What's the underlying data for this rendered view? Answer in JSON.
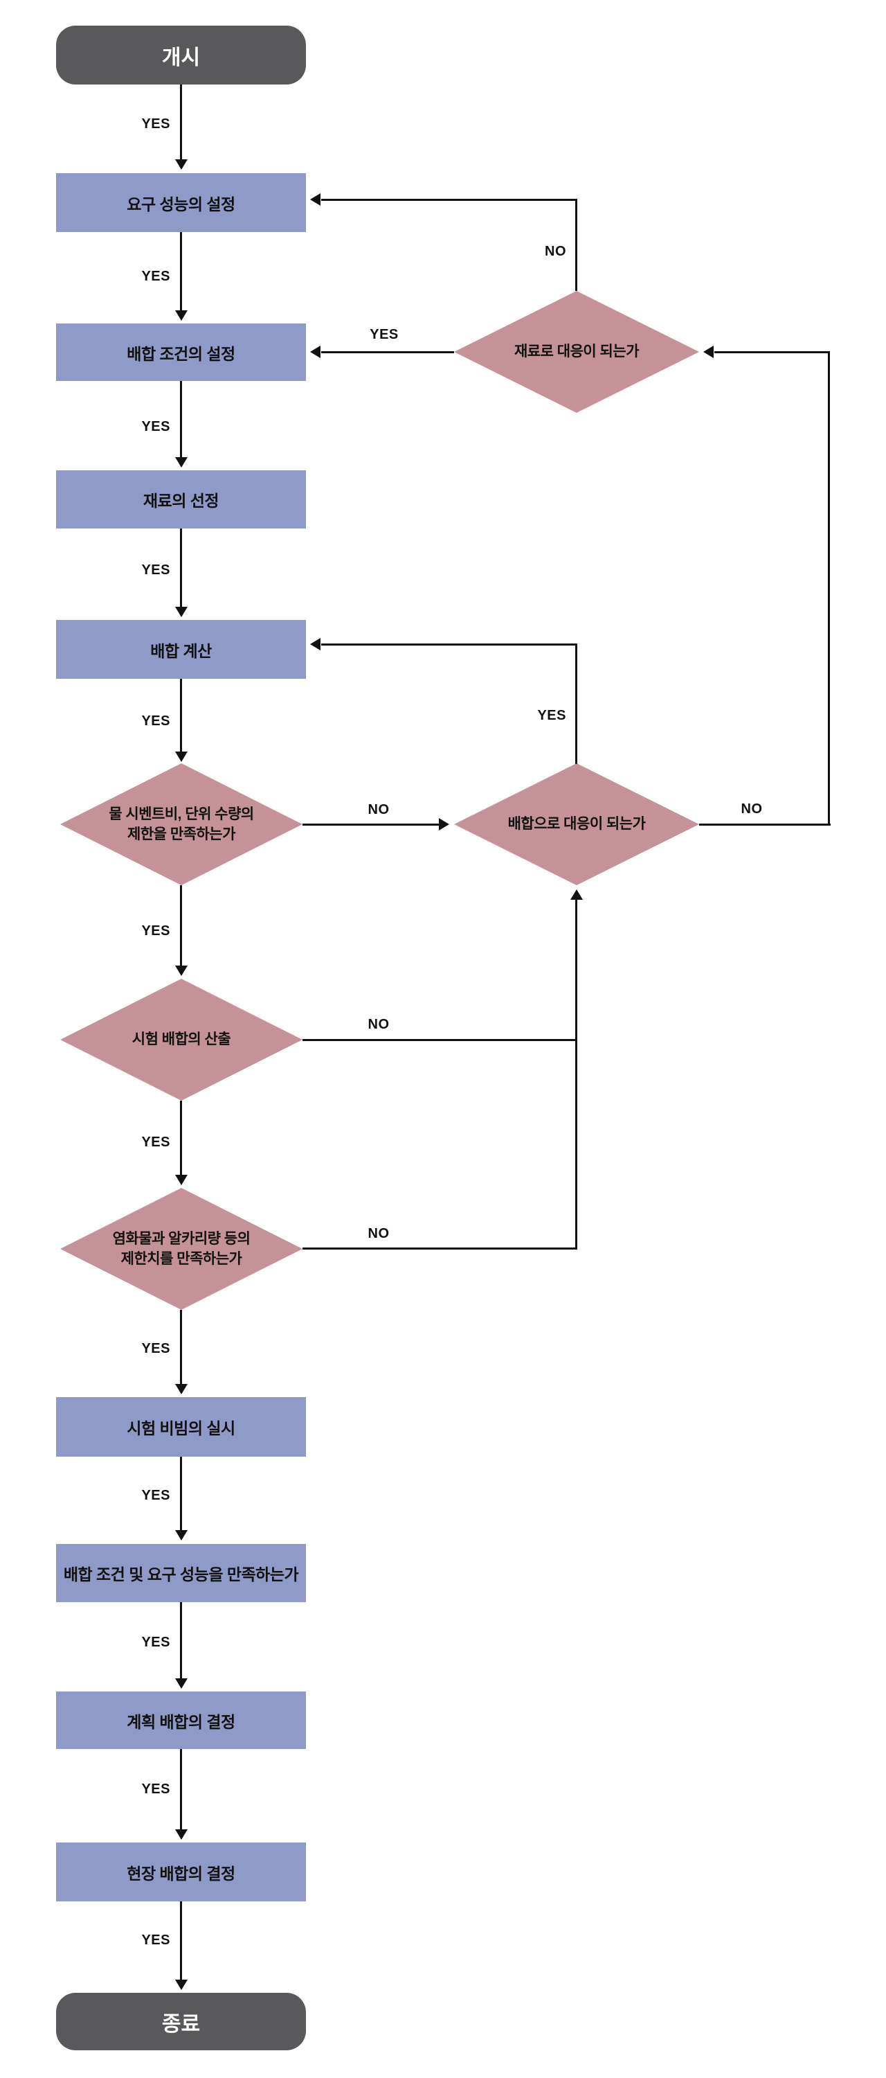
{
  "diagram": {
    "labels": {
      "yes": "YES",
      "no": "NO"
    },
    "colors": {
      "terminator": "#59585A",
      "process": "#8E9BC8",
      "decision": "#C49298",
      "line": "#111111",
      "label": "#111111",
      "terminator_text": "#FFFFFF",
      "background": "#FFFFFF"
    },
    "nodes": [
      {
        "id": "start",
        "type": "terminator",
        "label": "개시"
      },
      {
        "id": "set-required-performance",
        "type": "process",
        "label": "요구 성능의 설정"
      },
      {
        "id": "set-mix-conditions",
        "type": "process",
        "label": "배합 조건의 설정"
      },
      {
        "id": "select-materials",
        "type": "process",
        "label": "재료의 선정"
      },
      {
        "id": "mix-calculation",
        "type": "process",
        "label": "배합 계산"
      },
      {
        "id": "wc-ratio-limit-check",
        "type": "decision",
        "line1": "물 시벤트비, 단위 수량의",
        "line2": "제한을 만족하는가"
      },
      {
        "id": "trial-mix-computation",
        "type": "decision",
        "label": "시험 배합의 산출"
      },
      {
        "id": "chloride-alkali-limit-check",
        "type": "decision",
        "line1": "염화물과 알카리량 등의",
        "line2": "제한치를 만족하는가"
      },
      {
        "id": "trial-mixing",
        "type": "process",
        "label": "시험 비빔의 실시"
      },
      {
        "id": "mix-condition-performance-check",
        "type": "process",
        "label": "배합 조건 및 요구 성능을 만족하는가"
      },
      {
        "id": "planned-mix-decision",
        "type": "process",
        "label": "계획 배합의 결정"
      },
      {
        "id": "field-mix-decision",
        "type": "process",
        "label": "현장 배합의 결정"
      },
      {
        "id": "end",
        "type": "terminator",
        "label": "종료"
      },
      {
        "id": "materials-respond-check",
        "type": "decision",
        "label": "재료로 대응이 되는가"
      },
      {
        "id": "mix-respond-check",
        "type": "decision",
        "label": "배합으로 대응이 되는가"
      }
    ],
    "edges": [
      {
        "from": "start",
        "to": "set-required-performance",
        "label": "YES"
      },
      {
        "from": "set-required-performance",
        "to": "set-mix-conditions",
        "label": "YES"
      },
      {
        "from": "set-mix-conditions",
        "to": "select-materials",
        "label": "YES"
      },
      {
        "from": "select-materials",
        "to": "mix-calculation",
        "label": "YES"
      },
      {
        "from": "mix-calculation",
        "to": "wc-ratio-limit-check",
        "label": "YES"
      },
      {
        "from": "wc-ratio-limit-check",
        "to": "trial-mix-computation",
        "label": "YES"
      },
      {
        "from": "trial-mix-computation",
        "to": "chloride-alkali-limit-check",
        "label": "YES"
      },
      {
        "from": "chloride-alkali-limit-check",
        "to": "trial-mixing",
        "label": "YES"
      },
      {
        "from": "trial-mixing",
        "to": "mix-condition-performance-check",
        "label": "YES"
      },
      {
        "from": "mix-condition-performance-check",
        "to": "planned-mix-decision",
        "label": "YES"
      },
      {
        "from": "planned-mix-decision",
        "to": "field-mix-decision",
        "label": "YES"
      },
      {
        "from": "field-mix-decision",
        "to": "end",
        "label": "YES"
      },
      {
        "from": "wc-ratio-limit-check",
        "to": "mix-respond-check",
        "label": "NO"
      },
      {
        "from": "trial-mix-computation",
        "to": "mix-respond-check",
        "label": "NO"
      },
      {
        "from": "chloride-alkali-limit-check",
        "to": "mix-respond-check",
        "label": "NO"
      },
      {
        "from": "mix-respond-check",
        "to": "mix-calculation",
        "label": "YES"
      },
      {
        "from": "mix-respond-check",
        "to": "materials-respond-check",
        "label": "NO"
      },
      {
        "from": "materials-respond-check",
        "to": "set-mix-conditions",
        "label": "YES"
      },
      {
        "from": "materials-respond-check",
        "to": "set-required-performance",
        "label": "NO"
      }
    ]
  }
}
